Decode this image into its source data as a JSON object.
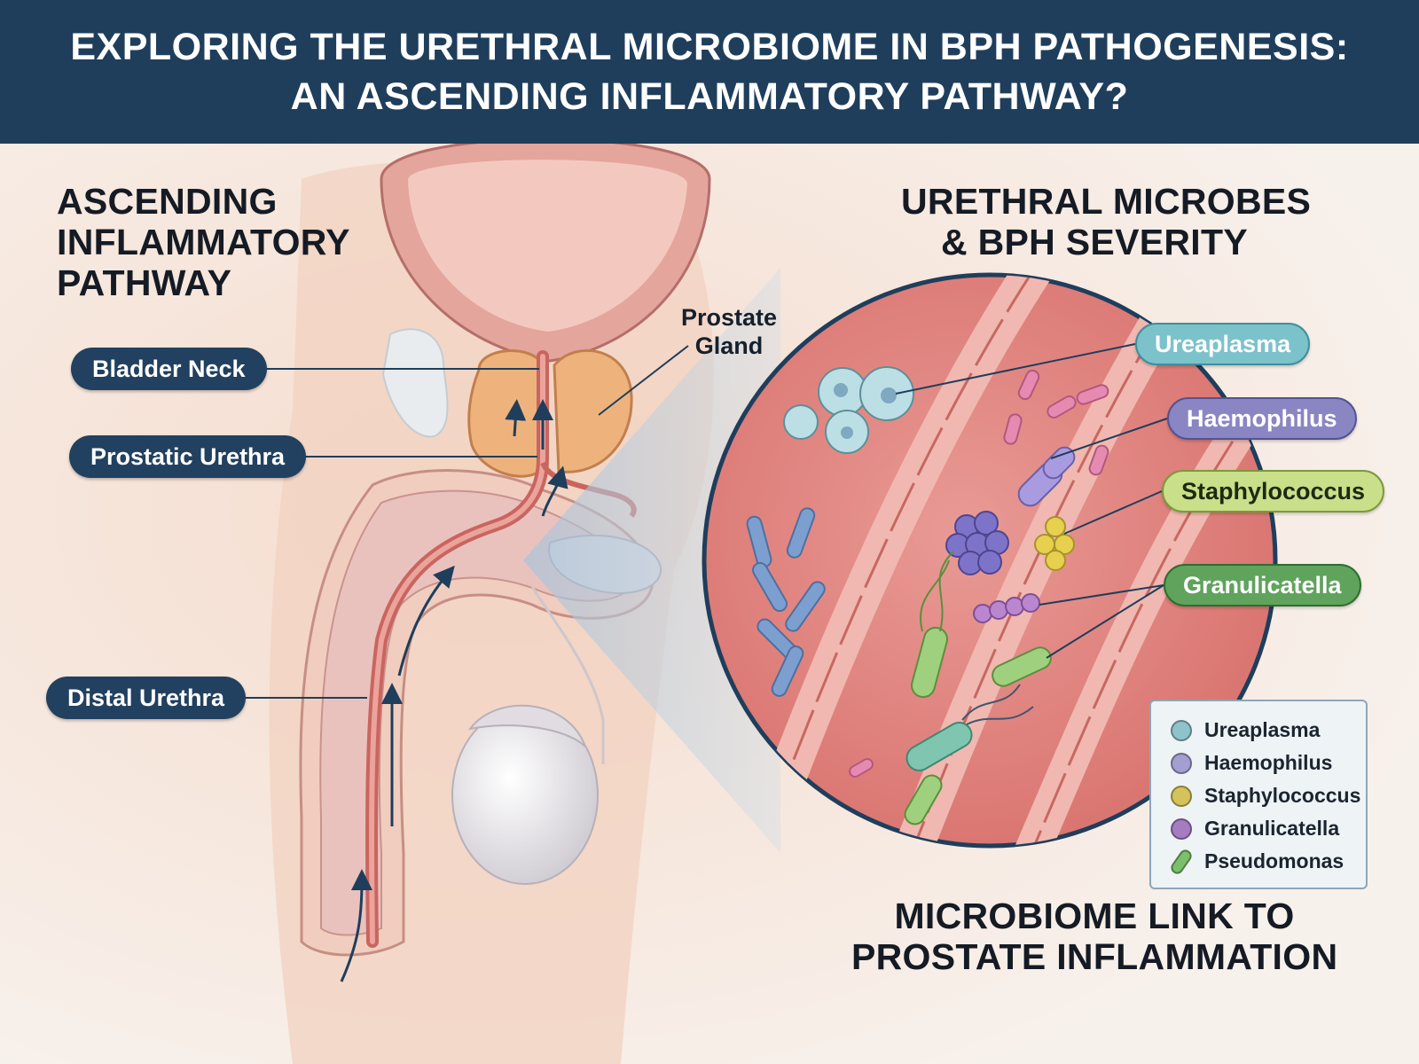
{
  "title": {
    "line1": "EXPLORING THE URETHRAL MICROBIOME IN BPH PATHOGENESIS:",
    "line2": "AN ASCENDING INFLAMMATORY PATHWAY?"
  },
  "left_heading": [
    "ASCENDING",
    "INFLAMMATORY",
    "PATHWAY"
  ],
  "right_heading": [
    "URETHRAL MICROBES",
    "& BPH SEVERITY"
  ],
  "bottom_heading": [
    "MICROBIOME LINK TO",
    "PROSTATE INFLAMMATION"
  ],
  "anatomy_labels": {
    "bladder_neck": "Bladder Neck",
    "prostatic_urethra": "Prostatic Urethra",
    "distal_urethra": "Distal Urethra",
    "prostate_gland": [
      "Prostate",
      "Gland"
    ]
  },
  "bacteria_labels": [
    {
      "name": "Ureaplasma",
      "bg": "#7cc2cb",
      "border": "#3f8f9b",
      "text": "#ffffff"
    },
    {
      "name": "Haemophilus",
      "bg": "#8a86c4",
      "border": "#55528f",
      "text": "#ffffff"
    },
    {
      "name": "Staphylococcus",
      "bg": "#c9df8a",
      "border": "#7c9a3b",
      "text": "#1e2a10"
    },
    {
      "name": "Granulicatella",
      "bg": "#5fa35d",
      "border": "#2f6d2e",
      "text": "#ffffff"
    }
  ],
  "legend": [
    {
      "name": "Ureaplasma",
      "color": "#8fc3cc",
      "shape": "circle"
    },
    {
      "name": "Haemophilus",
      "color": "#a39fd0",
      "shape": "circle"
    },
    {
      "name": "Staphylococcus",
      "color": "#d3c35a",
      "shape": "circle"
    },
    {
      "name": "Granulicatella",
      "color": "#a57cc0",
      "shape": "circle"
    },
    {
      "name": "Pseudomonas",
      "color": "#7cbf6a",
      "shape": "rod"
    }
  ],
  "colors": {
    "header_bg": "#1f3e5c",
    "tissue": "#e7a8a0",
    "prostate": "#eeb37c",
    "arrow": "#1f3e5c"
  }
}
